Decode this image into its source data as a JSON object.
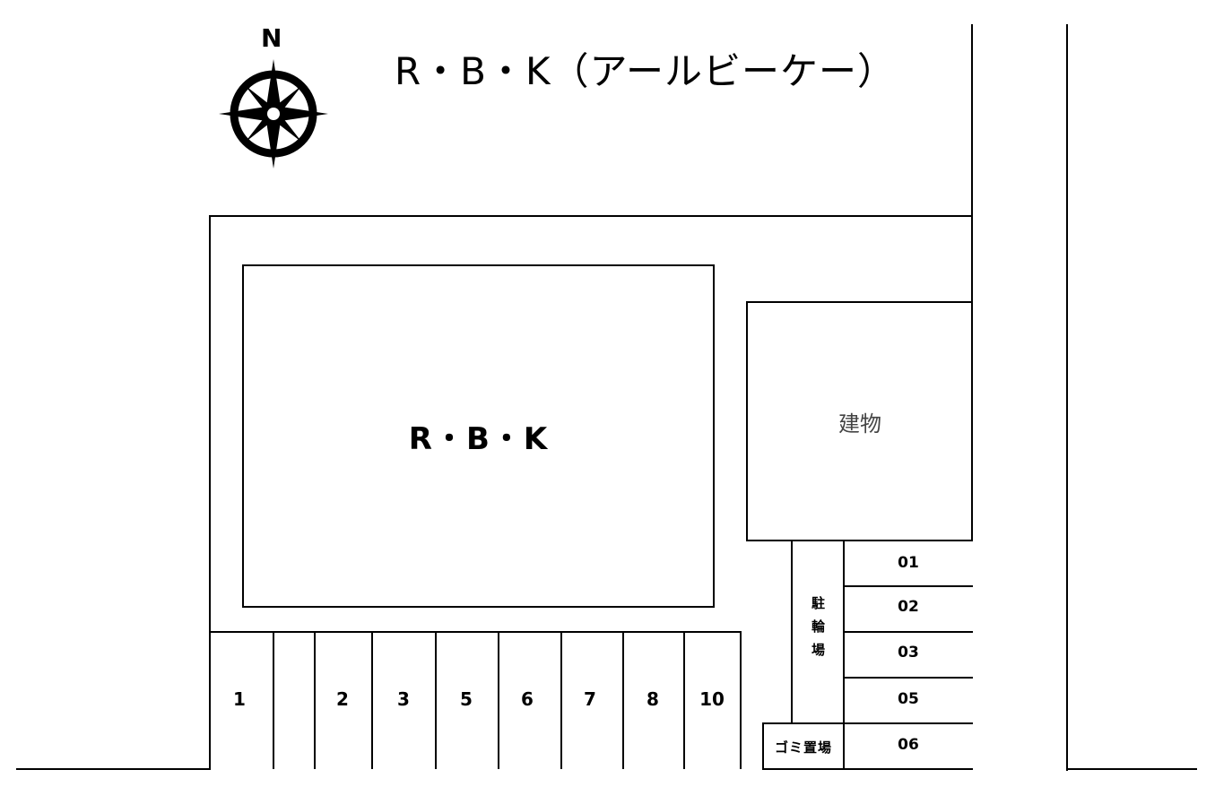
{
  "title": "R・B・K（アールビーケー）",
  "compass": {
    "label": "N",
    "icon": "compass-rose-icon"
  },
  "main_building": {
    "label": "R・B・K"
  },
  "side_building": {
    "label": "建物"
  },
  "bicycle_parking": {
    "label_chars": [
      "駐",
      "輪",
      "場"
    ]
  },
  "garbage_area": {
    "label": "ゴミ置場"
  },
  "bottom_parking": {
    "slots": [
      {
        "label": "1"
      },
      {
        "label": ""
      },
      {
        "label": "2"
      },
      {
        "label": "3"
      },
      {
        "label": "5"
      },
      {
        "label": "6"
      },
      {
        "label": "7"
      },
      {
        "label": "8"
      },
      {
        "label": "10"
      }
    ]
  },
  "right_parking": {
    "slots": [
      {
        "label": "01"
      },
      {
        "label": "02"
      },
      {
        "label": "03"
      },
      {
        "label": "05"
      },
      {
        "label": "06"
      }
    ]
  },
  "colors": {
    "line": "#000000",
    "background": "#ffffff",
    "building_text": "#444444"
  }
}
